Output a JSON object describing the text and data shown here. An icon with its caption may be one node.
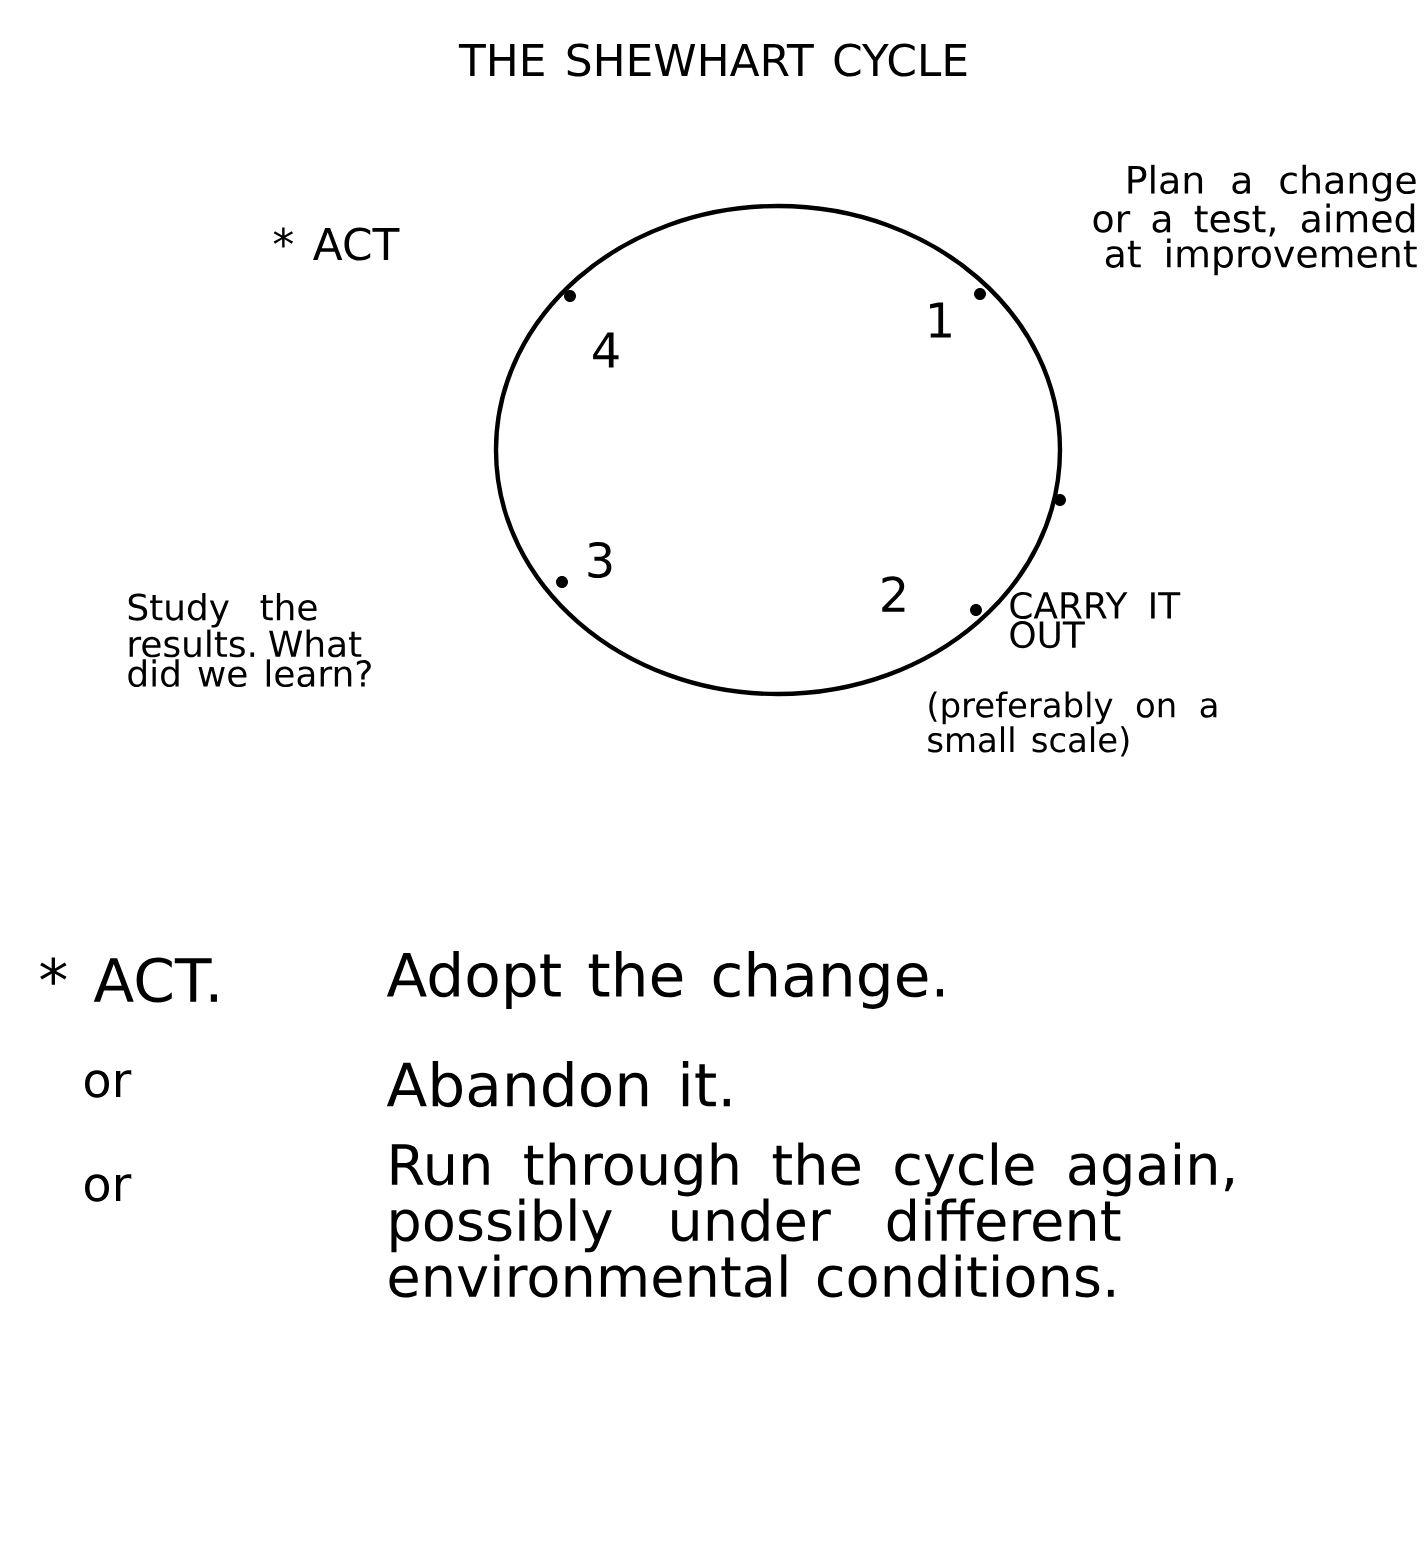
{
  "diagram": {
    "title": "THE SHEWHART CYCLE",
    "labels": [
      "* ACT",
      "4",
      "Plan a change or a test, aimed at improvement",
      "1",
      "Study the results. What did we learn?",
      "3",
      "2",
      "CARRY IT OUT",
      "(preferably on a small scale)",
      "* ACT.",
      "Adopt the change.",
      "or",
      "Abandon it.",
      "or",
      "Run through the cycle again, possibly under different environmental conditions."
    ]
  }
}
